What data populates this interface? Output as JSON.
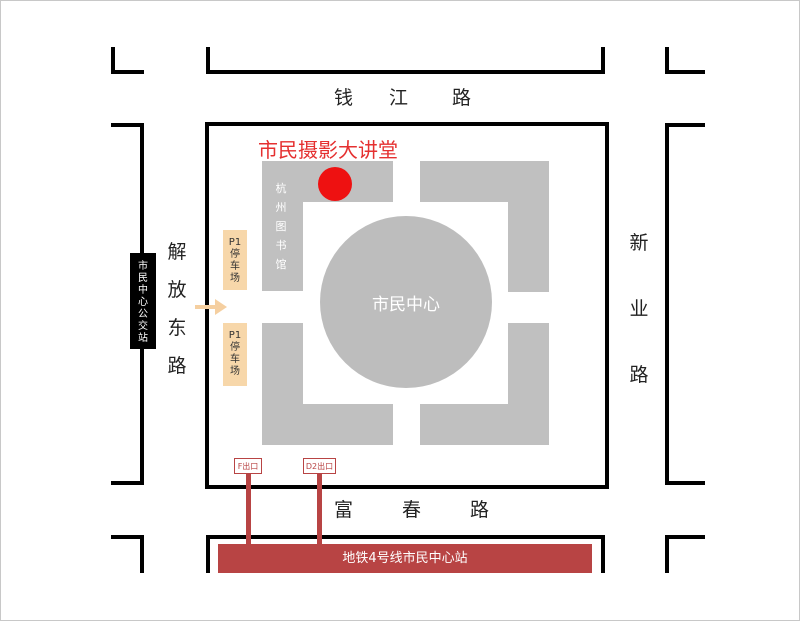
{
  "roads": {
    "north": [
      "钱",
      "江",
      "路"
    ],
    "south": [
      "富",
      "春",
      "路"
    ],
    "west": [
      "解",
      "放",
      "东",
      "路"
    ],
    "east": [
      "新",
      "业",
      "路"
    ]
  },
  "venue_title": "市民摄影大讲堂",
  "library_label": [
    "杭",
    "州",
    "图",
    "书",
    "馆"
  ],
  "center_label": "市民中心",
  "parking": [
    {
      "line1": "P1",
      "line2": [
        "停",
        "车",
        "场"
      ]
    },
    {
      "line1": "P1",
      "line2": [
        "停",
        "车",
        "场"
      ]
    }
  ],
  "bus_stop": [
    "市",
    "民",
    "中",
    "心",
    "公",
    "交",
    "站"
  ],
  "exits": [
    {
      "label": "F出口"
    },
    {
      "label": "D2出口"
    }
  ],
  "metro_label": "地铁4号线市民中心站",
  "colors": {
    "block_gray": "#c0c0c0",
    "venue_red": "#e53030",
    "dot_red": "#ee1111",
    "parking_fill": "#f7d7aa",
    "metro_red": "#b84444"
  },
  "icons": {
    "venue_marker": "red-dot-icon",
    "entrance": "arrow-right-icon"
  }
}
